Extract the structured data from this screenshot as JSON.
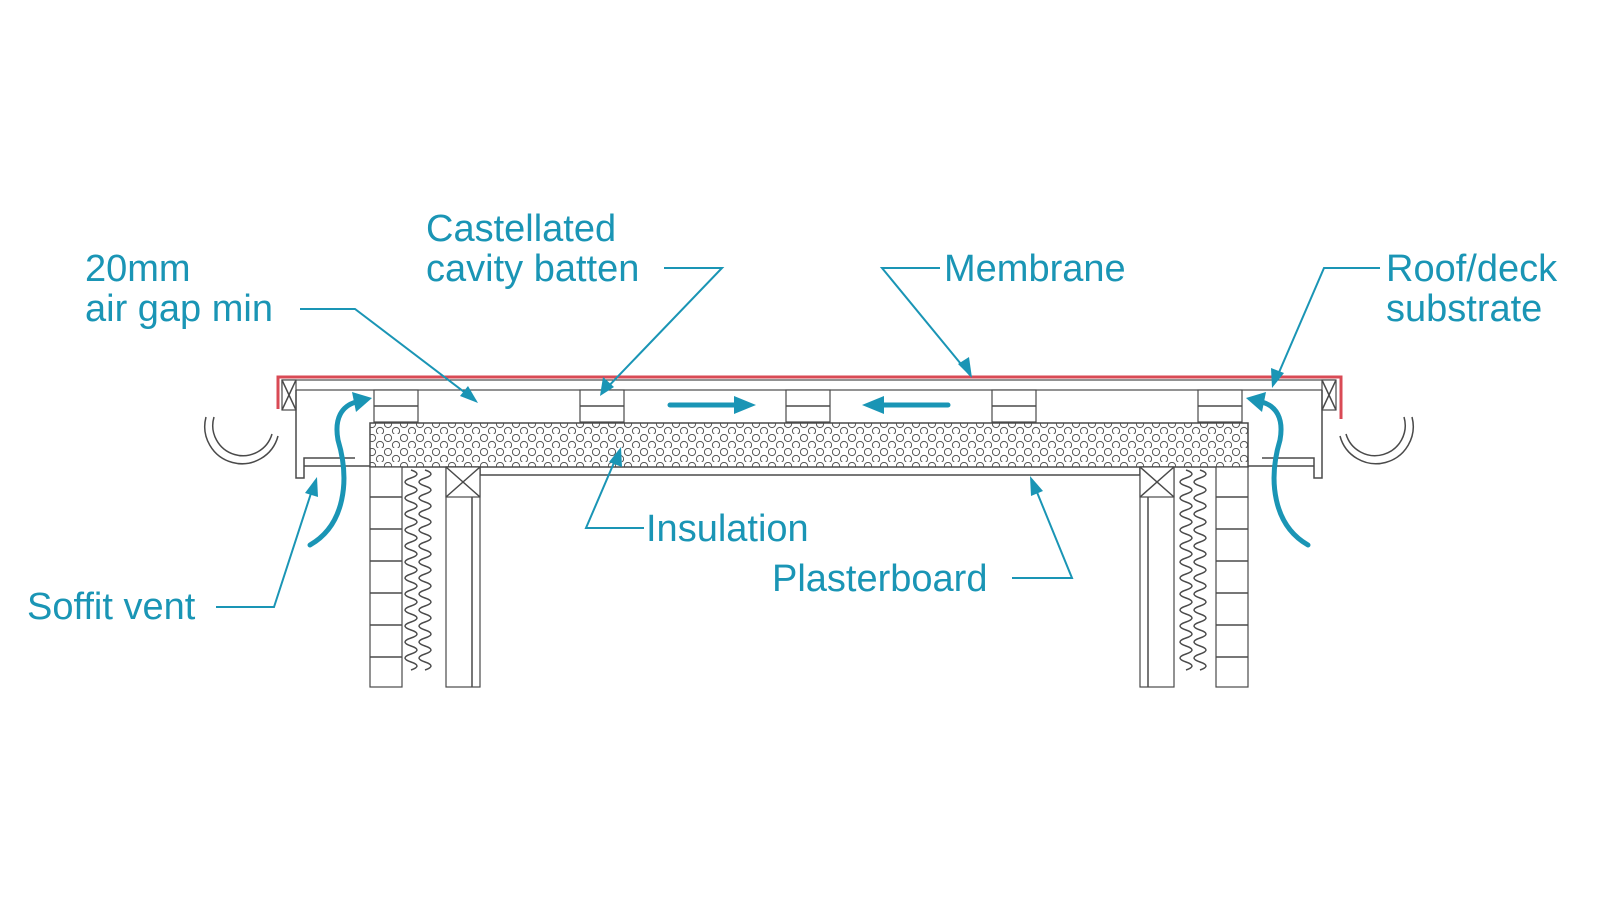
{
  "labels": {
    "air_gap": [
      "20mm",
      "air gap min"
    ],
    "batten": [
      "Castellated",
      "cavity batten"
    ],
    "membrane": "Membrane",
    "substrate": [
      "Roof/deck",
      "substrate"
    ],
    "soffit": "Soffit vent",
    "insulation": "Insulation",
    "plasterboard": "Plasterboard"
  },
  "colors": {
    "label": "#1a95b5",
    "membrane": "#d94a55",
    "linework": "#4a4a4a"
  }
}
